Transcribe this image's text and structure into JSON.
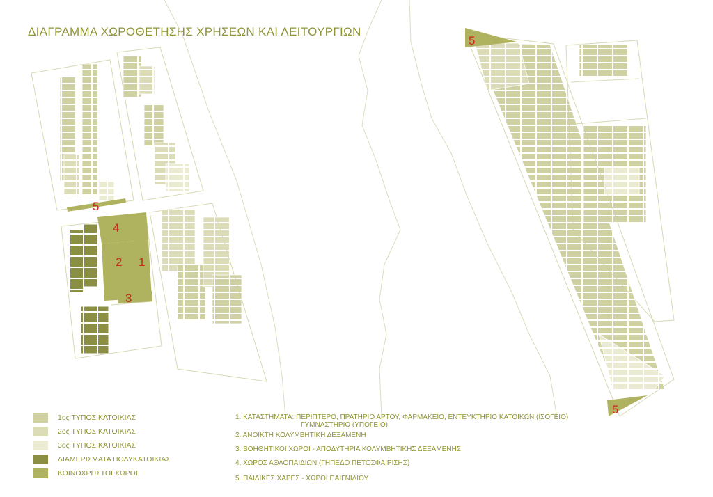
{
  "title": "ΔΙΑΓΡΑΜΜΑ ΧΩΡΟΘΕΤΗΣΗΣ ΧΡΗΣΕΩΝ ΚΑΙ ΛΕΙΤΟΥΡΓΙΩΝ",
  "colors": {
    "type1": "#d0d1a2",
    "type2": "#dcdcb8",
    "type3": "#ebebd4",
    "apartments": "#8a8f44",
    "common": "#afb25e",
    "outline": "#d7d8b4",
    "text": "#8f9434",
    "number": "#c8291d"
  },
  "legend": [
    {
      "label": "1ος ΤΥΠΟΣ ΚΑΤΟΙΚΙΑΣ",
      "color": "#d0d1a2"
    },
    {
      "label": "2ος ΤΥΠΟΣ ΚΑΤΟΙΚΙΑΣ",
      "color": "#dcdcb8"
    },
    {
      "label": "3ος ΤΥΠΟΣ ΚΑΤΟΙΚΙΑΣ",
      "color": "#ebebd4"
    },
    {
      "label": "ΔΙΑΜΕΡΙΣΜΑΤΑ ΠΟΛΥΚΑΤΟΙΚΙΑΣ",
      "color": "#8a8f44"
    },
    {
      "label": "ΚΟΙΝΟΧΡΗΣΤΟΙ ΧΩΡΟΙ",
      "color": "#afb25e"
    }
  ],
  "notes": [
    {
      "text": "1. ΚΑΤΑΣΤΗΜΑΤΑ: ΠΕΡΙΠΤΕΡΟ, ΠΡΑΤΗΡΙΟ ΑΡΤΟΥ, ΦΑΡΜΑΚΕΙΟ, ΕΝΤΕΥΚΤΗΡΙΟ ΚΑΤΟΙΚΩΝ  (ΙΣΟΓΕΙΟ)",
      "sub": "ΓΥΜΝΑΣΤΗΡΙΟ (ΥΠΟΓΕΙΟ)"
    },
    {
      "text": "2. ΑΝΟΙΚΤΗ ΚΟΛΥΜΒΗΤΙΚΗ ΔΕΞΑΜΕΝΗ",
      "sub": ""
    },
    {
      "text": "3. ΒΟΗΘΗΤΙΚΟΙ ΧΩΡΟΙ - ΑΠΟΔΥΤΗΡΙΑ ΚΟΛΥΜΒΗΤΙΚΗΣ ΔΕΞΑΜΕΝΗΣ",
      "sub": ""
    },
    {
      "text": "4. ΧΩΡΟΣ ΑΘΛΟΠΑΙΔΙΩΝ (ΓΗΠΕΔΟ ΠΕΤΟΣΦΑΙΡΙΣΗΣ)",
      "sub": ""
    },
    {
      "text": "5. ΠΑΙΔΙΚΕΣ ΧΑΡΕΣ - ΧΩΡΟΙ ΠΑΙΓΝΙΔΙΟΥ",
      "sub": ""
    }
  ],
  "map_labels": {
    "play_top": "5",
    "play_left": "5",
    "play_bottom": "5",
    "sports": "4",
    "pool": "2",
    "shops": "1",
    "aux": "3"
  }
}
